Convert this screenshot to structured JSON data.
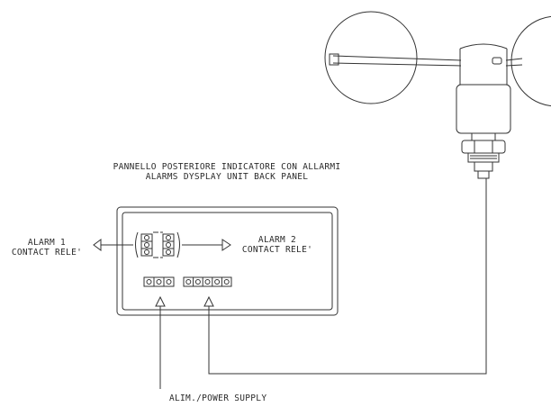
{
  "diagram": {
    "title_line1": "PANNELLO POSTERIORE INDICATORE CON ALLARMI",
    "title_line2": "ALARMS DYSPLAY UNIT BACK PANEL",
    "alarm1": {
      "line1": "ALARM 1",
      "line2": "CONTACT RELE'"
    },
    "alarm2": {
      "line1": "ALARM 2",
      "line2": "CONTACT RELE'"
    },
    "power_supply": "ALIM./POWER SUPPLY",
    "colors": {
      "stroke": "#333333",
      "background": "#ffffff"
    }
  }
}
